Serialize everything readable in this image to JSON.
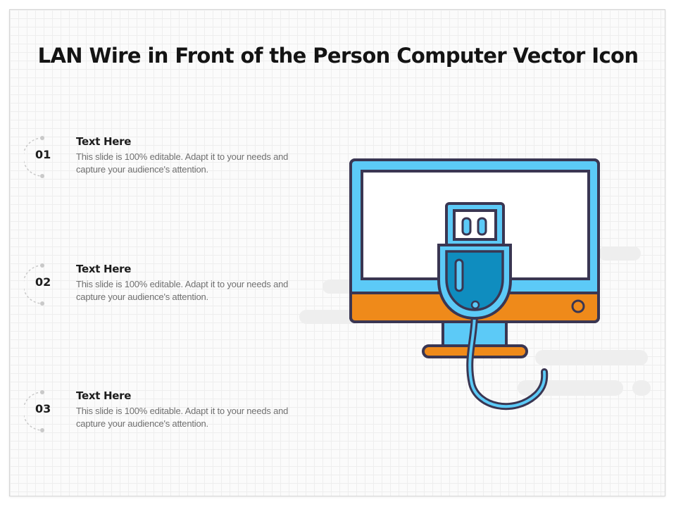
{
  "slide": {
    "title": "LAN Wire in Front of the Person Computer Vector Icon"
  },
  "items": [
    {
      "number": "01",
      "heading": "Text Here",
      "body": "This slide is 100% editable. Adapt it to your needs and capture your audience's attention."
    },
    {
      "number": "02",
      "heading": "Text Here",
      "body": "This slide is 100% editable. Adapt it to your needs and capture your audience's attention."
    },
    {
      "number": "03",
      "heading": "Text Here",
      "body": "This slide is 100% editable. Adapt it to your needs and capture your audience's attention."
    }
  ],
  "illustration": {
    "icons": [
      "computer-monitor-icon",
      "usb-plug-icon"
    ],
    "colors": {
      "monitor_frame": "#5ccaf7",
      "screen": "#ffffff",
      "monitor_chin": "#ef8a1a",
      "outline": "#3a3652",
      "usb_body": "#0f8dbf",
      "cloud_streaks": "#eeeeee"
    }
  }
}
